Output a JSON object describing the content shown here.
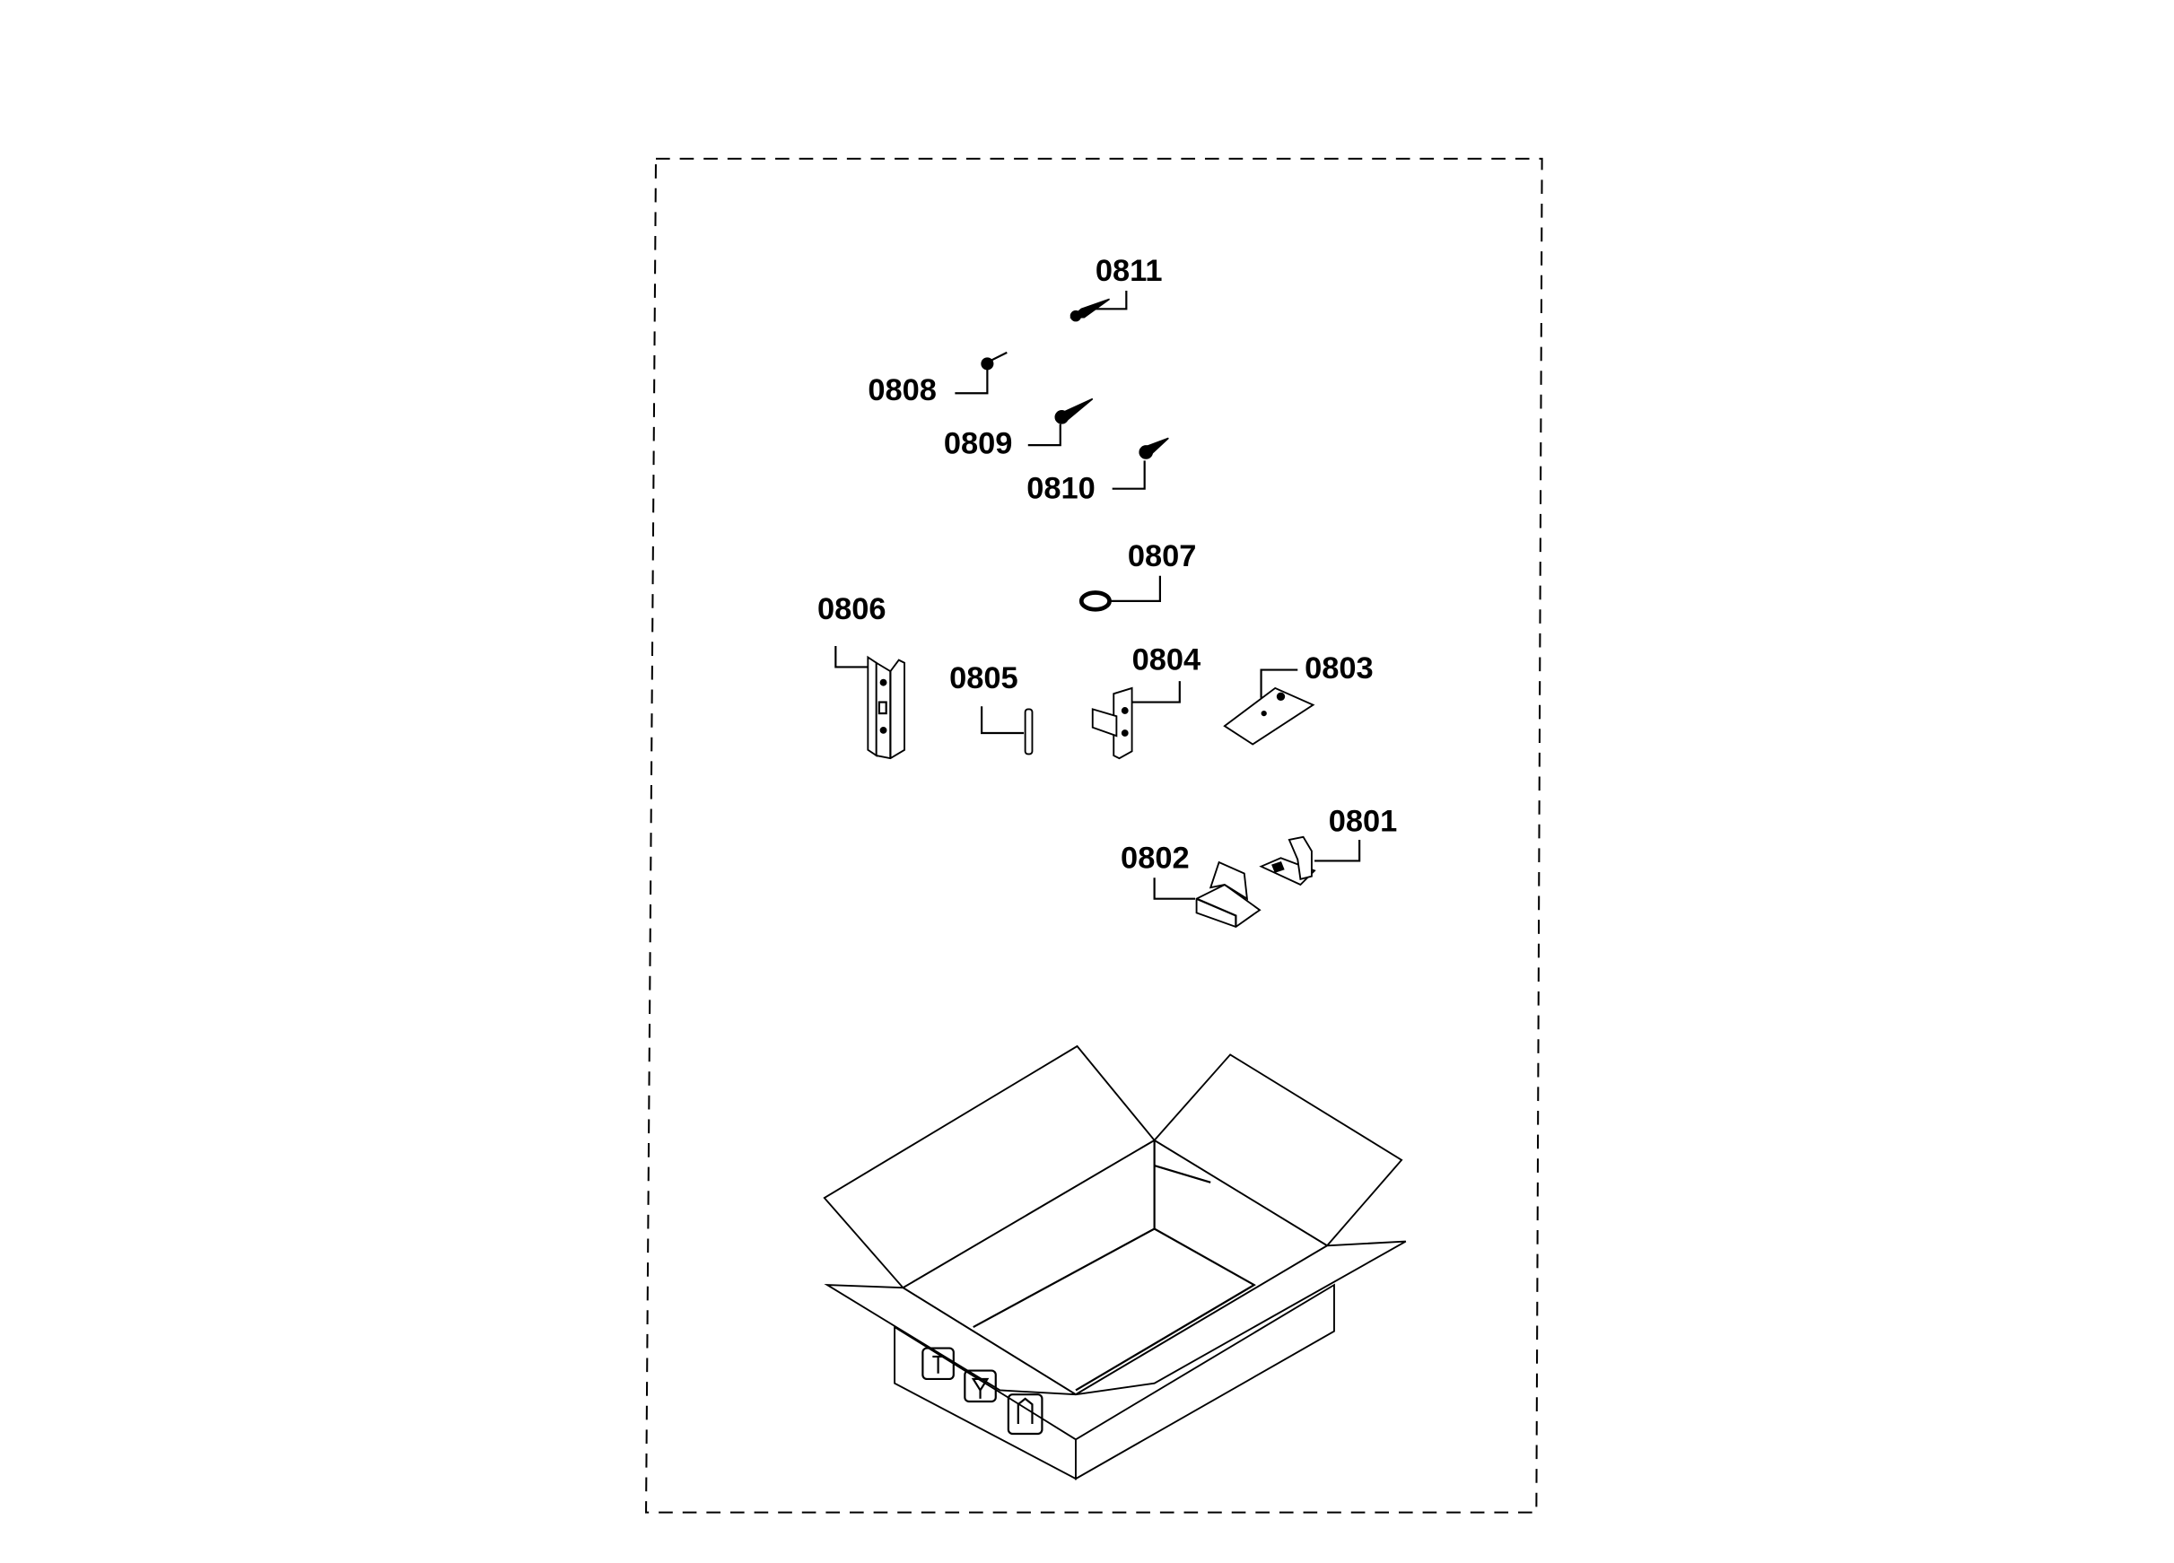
{
  "diagram": {
    "parts": [
      {
        "id": "0811",
        "label": "0811",
        "kind": "screw"
      },
      {
        "id": "0808",
        "label": "0808",
        "kind": "screw"
      },
      {
        "id": "0809",
        "label": "0809",
        "kind": "screw"
      },
      {
        "id": "0810",
        "label": "0810",
        "kind": "screw"
      },
      {
        "id": "0807",
        "label": "0807",
        "kind": "washer"
      },
      {
        "id": "0806",
        "label": "0806",
        "kind": "bracket"
      },
      {
        "id": "0805",
        "label": "0805",
        "kind": "pin"
      },
      {
        "id": "0804",
        "label": "0804",
        "kind": "hinge"
      },
      {
        "id": "0803",
        "label": "0803",
        "kind": "plate"
      },
      {
        "id": "0802",
        "label": "0802",
        "kind": "block"
      },
      {
        "id": "0801",
        "label": "0801",
        "kind": "clip"
      }
    ],
    "line_color": "#000000",
    "background": "#ffffff"
  }
}
